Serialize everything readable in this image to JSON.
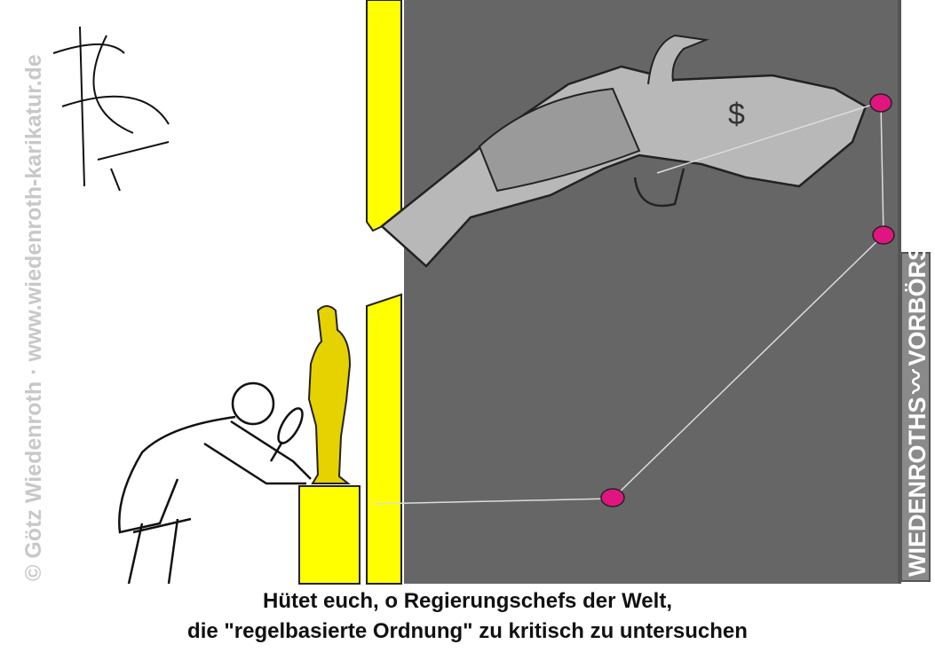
{
  "credit": "© Götz Wiedenroth · www.wiedenroth-karikatur.de",
  "brand": {
    "left": "WIEDENROTHS",
    "right": "VORBÖRSE"
  },
  "signature": "Wiedenroth signature",
  "gun_symbol": "$",
  "caption": {
    "line1": "Hütet euch, o Regierungschefs der Welt,",
    "line2": "die \"regelbasierte Ordnung\" zu kritisch zu untersuchen"
  },
  "colors": {
    "panel": "#666666",
    "yellow": "#ffff00",
    "pin": "#e0157f",
    "gun": "#b8b8b8"
  }
}
